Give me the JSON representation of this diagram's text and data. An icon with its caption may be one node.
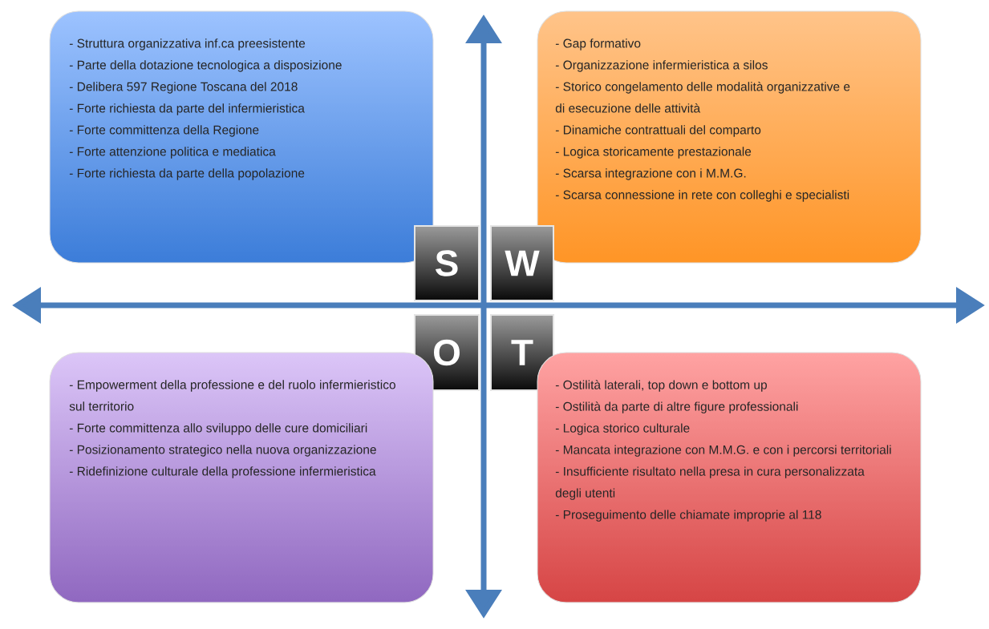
{
  "diagram": {
    "nodes": [
      {
        "text": [
          "- Struttura organizzativa inf.ca preesistente",
          "- Parte della dotazione tecnologica a disposizione",
          "- Delibera 597 Regione Toscana del 2018",
          "- Forte richiesta da parte del infermieristica",
          "- Forte committenza della Regione",
          "- Forte attenzione politica e mediatica",
          "- Forte richiesta da parte della popolazione"
        ]
      },
      {
        "text": [
          "- Gap formativo",
          "- Organizzazione infermieristica a silos",
          "- Storico congelamento delle modalità organizzative e di esecuzione delle attività",
          "- Dinamiche contrattuali del comparto",
          "- Logica storicamente prestazionale",
          "- Scarsa integrazione con i M.M.G.",
          "- Scarsa connessione in rete con colleghi e specialisti"
        ]
      },
      {
        "text": [
          "S"
        ]
      },
      {
        "text": [
          "W"
        ]
      },
      {
        "text": [
          "O"
        ]
      },
      {
        "text": [
          "T"
        ]
      },
      {
        "text": [
          "- Empowerment della professione e del ruolo infermieristico sul territorio",
          "- Forte committenza allo sviluppo delle cure domiciliari",
          "- Posizionamento strategico nella nuova organizzazione",
          "- Ridefinizione culturale della professione infermieristica"
        ]
      },
      {
        "text": [
          "- Ostilità laterali, top down e bottom up",
          "- Ostilità da parte di altre figure professionali",
          "- Logica storico culturale",
          "- Mancata integrazione con M.M.G. e con i percorsi territoriali",
          "- Insufficiente risultato nella presa in cura personalizzata degli utenti",
          "- Proseguimento delle chiamate improprie al 118"
        ]
      }
    ]
  }
}
